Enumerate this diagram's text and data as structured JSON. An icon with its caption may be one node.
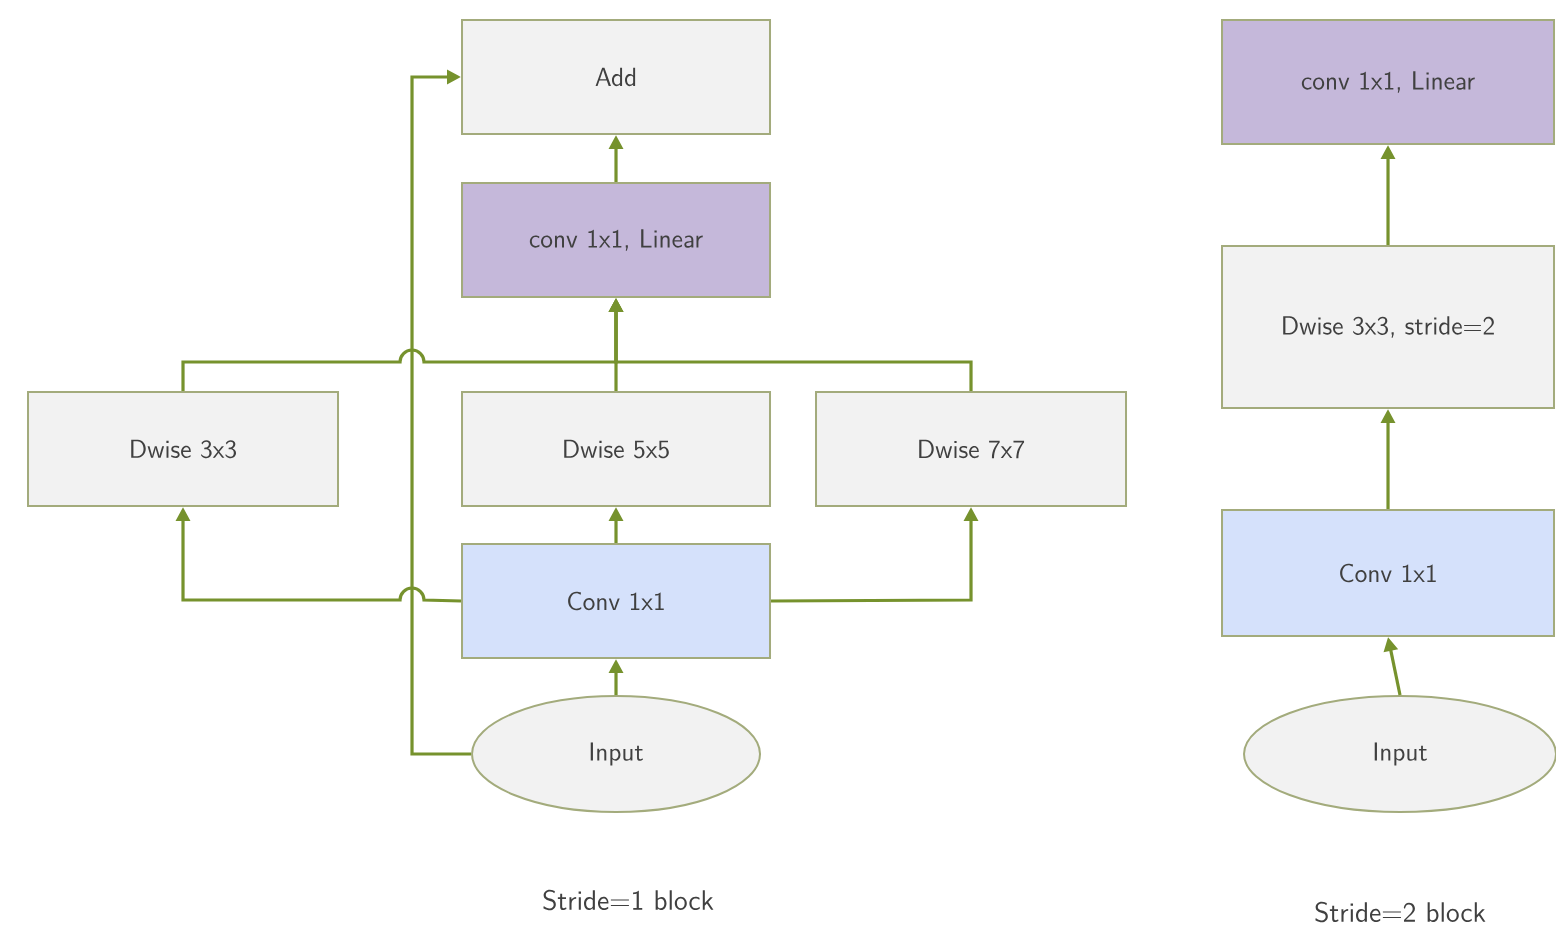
{
  "diagram": {
    "nodes": [
      {
        "text": [
          "Add"
        ]
      },
      {
        "text": [
          "conv 1x1, Linear"
        ]
      },
      {
        "text": [
          "Dwise 3x3"
        ]
      },
      {
        "text": [
          "Dwise 5x5"
        ]
      },
      {
        "text": [
          "Dwise 7x7"
        ]
      },
      {
        "text": [
          "Conv 1x1"
        ]
      },
      {
        "text": [
          "Input"
        ]
      },
      {
        "text": [
          "conv 1x1, Linear"
        ]
      },
      {
        "text": [
          "Dwise 3x3, stride=2"
        ]
      },
      {
        "text": [
          "Conv 1x1"
        ]
      },
      {
        "text": [
          "Input"
        ]
      }
    ],
    "edges": [
      {
        "from": 6,
        "to": 5,
        "arrow": "to"
      },
      {
        "from": 5,
        "to": 2,
        "arrow": "to"
      },
      {
        "from": 5,
        "to": 3,
        "arrow": "to"
      },
      {
        "from": 5,
        "to": 4,
        "arrow": "to"
      },
      {
        "from": 2,
        "to": 1,
        "arrow": "to"
      },
      {
        "from": 3,
        "to": 1,
        "arrow": "to"
      },
      {
        "from": 4,
        "to": 1,
        "arrow": "to"
      },
      {
        "from": 1,
        "to": 0,
        "arrow": "to"
      },
      {
        "from": 6,
        "to": 0,
        "arrow": "to"
      },
      {
        "from": 10,
        "to": 9,
        "arrow": "to"
      },
      {
        "from": 9,
        "to": 8,
        "arrow": "to"
      },
      {
        "from": 8,
        "to": 7,
        "arrow": "to"
      }
    ],
    "labels": [
      "Stride=1 block",
      "Stride=2 block"
    ]
  }
}
